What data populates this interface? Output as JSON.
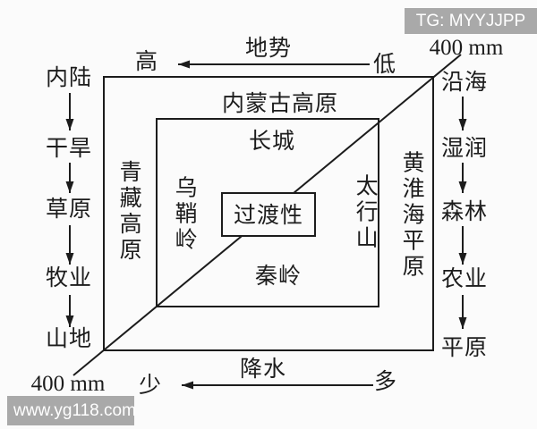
{
  "watermarks": {
    "top_right": "TG: MYYJJPP",
    "bottom_left": "www.yg118.com"
  },
  "axes": {
    "top": {
      "label": "地势",
      "left_end": "高",
      "right_end": "低"
    },
    "bottom": {
      "label": "降水",
      "left_end": "少",
      "right_end": "多"
    },
    "isoline_top": "400 mm",
    "isoline_bottom": "400 mm"
  },
  "left_chain": [
    "内陆",
    "干旱",
    "草原",
    "牧业",
    "山地"
  ],
  "right_chain": [
    "沿海",
    "湿润",
    "森林",
    "农业",
    "平原"
  ],
  "outer_region": {
    "top": "内蒙古高原",
    "left": "青藏高原",
    "right": "黄淮海平原"
  },
  "inner_region": {
    "top": "长城",
    "left": "乌鞘岭",
    "right": "太行山",
    "bottom": "秦岭"
  },
  "center": {
    "label": "过渡性"
  },
  "colors": {
    "ink": "#1c1c1c",
    "watermark_bg": "#a9a9a9",
    "watermark_text": "#ffffff",
    "background": "#fbfbfb"
  }
}
